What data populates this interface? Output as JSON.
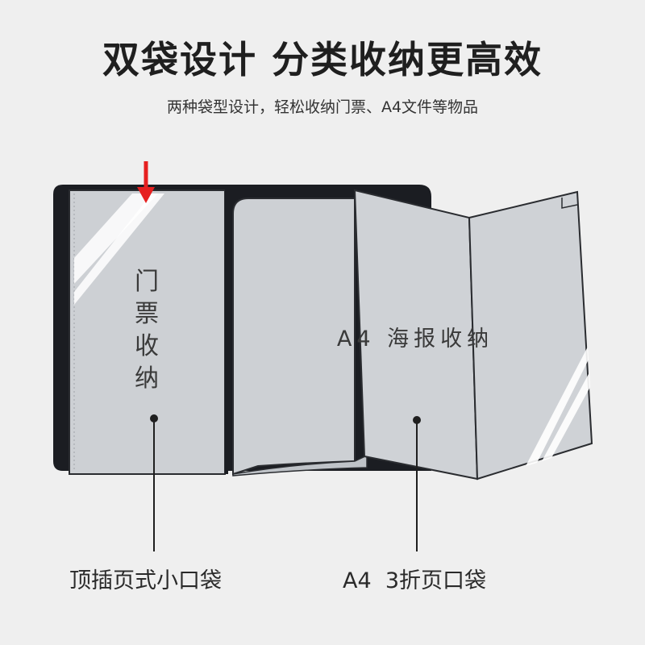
{
  "header": {
    "title": "双袋设计 分类收纳更高效",
    "subtitle": "两种袋型设计，轻松收纳门票、A4文件等物品"
  },
  "labels": {
    "ticket_pocket_text": "门票收纳",
    "a4_pocket_text": "A4 海报收纳"
  },
  "captions": {
    "left": "顶插页式小口袋",
    "right": "A4  3折页口袋"
  },
  "colors": {
    "background": "#efefef",
    "cover": "#1b1d22",
    "sleeve": "#cfd2d6",
    "arrow": "#e62020"
  }
}
